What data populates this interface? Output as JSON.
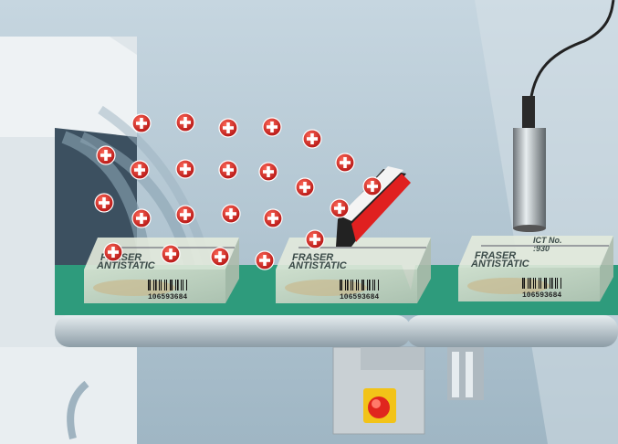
{
  "scene": {
    "title": "Antistatic ionizer conveyor illustration",
    "boxes": [
      {
        "brand": "FRASER",
        "product": "ANTISTATIC",
        "barcode": "106593684"
      },
      {
        "brand": "FRASER",
        "product": "ANTISTATIC",
        "barcode": "106593684"
      },
      {
        "brand": "FRASER",
        "product": "ANTISTATIC",
        "barcode": "106593684",
        "stamp_line1": "ICT No.",
        "stamp_line2": ":930"
      }
    ],
    "charge_symbol": "+",
    "colors": {
      "background": "#c3d4de",
      "belt": "#2e9b7c",
      "charge": "#d8282a",
      "ionizer_bar": "#e02020",
      "stop_button": "#e0251e"
    }
  }
}
